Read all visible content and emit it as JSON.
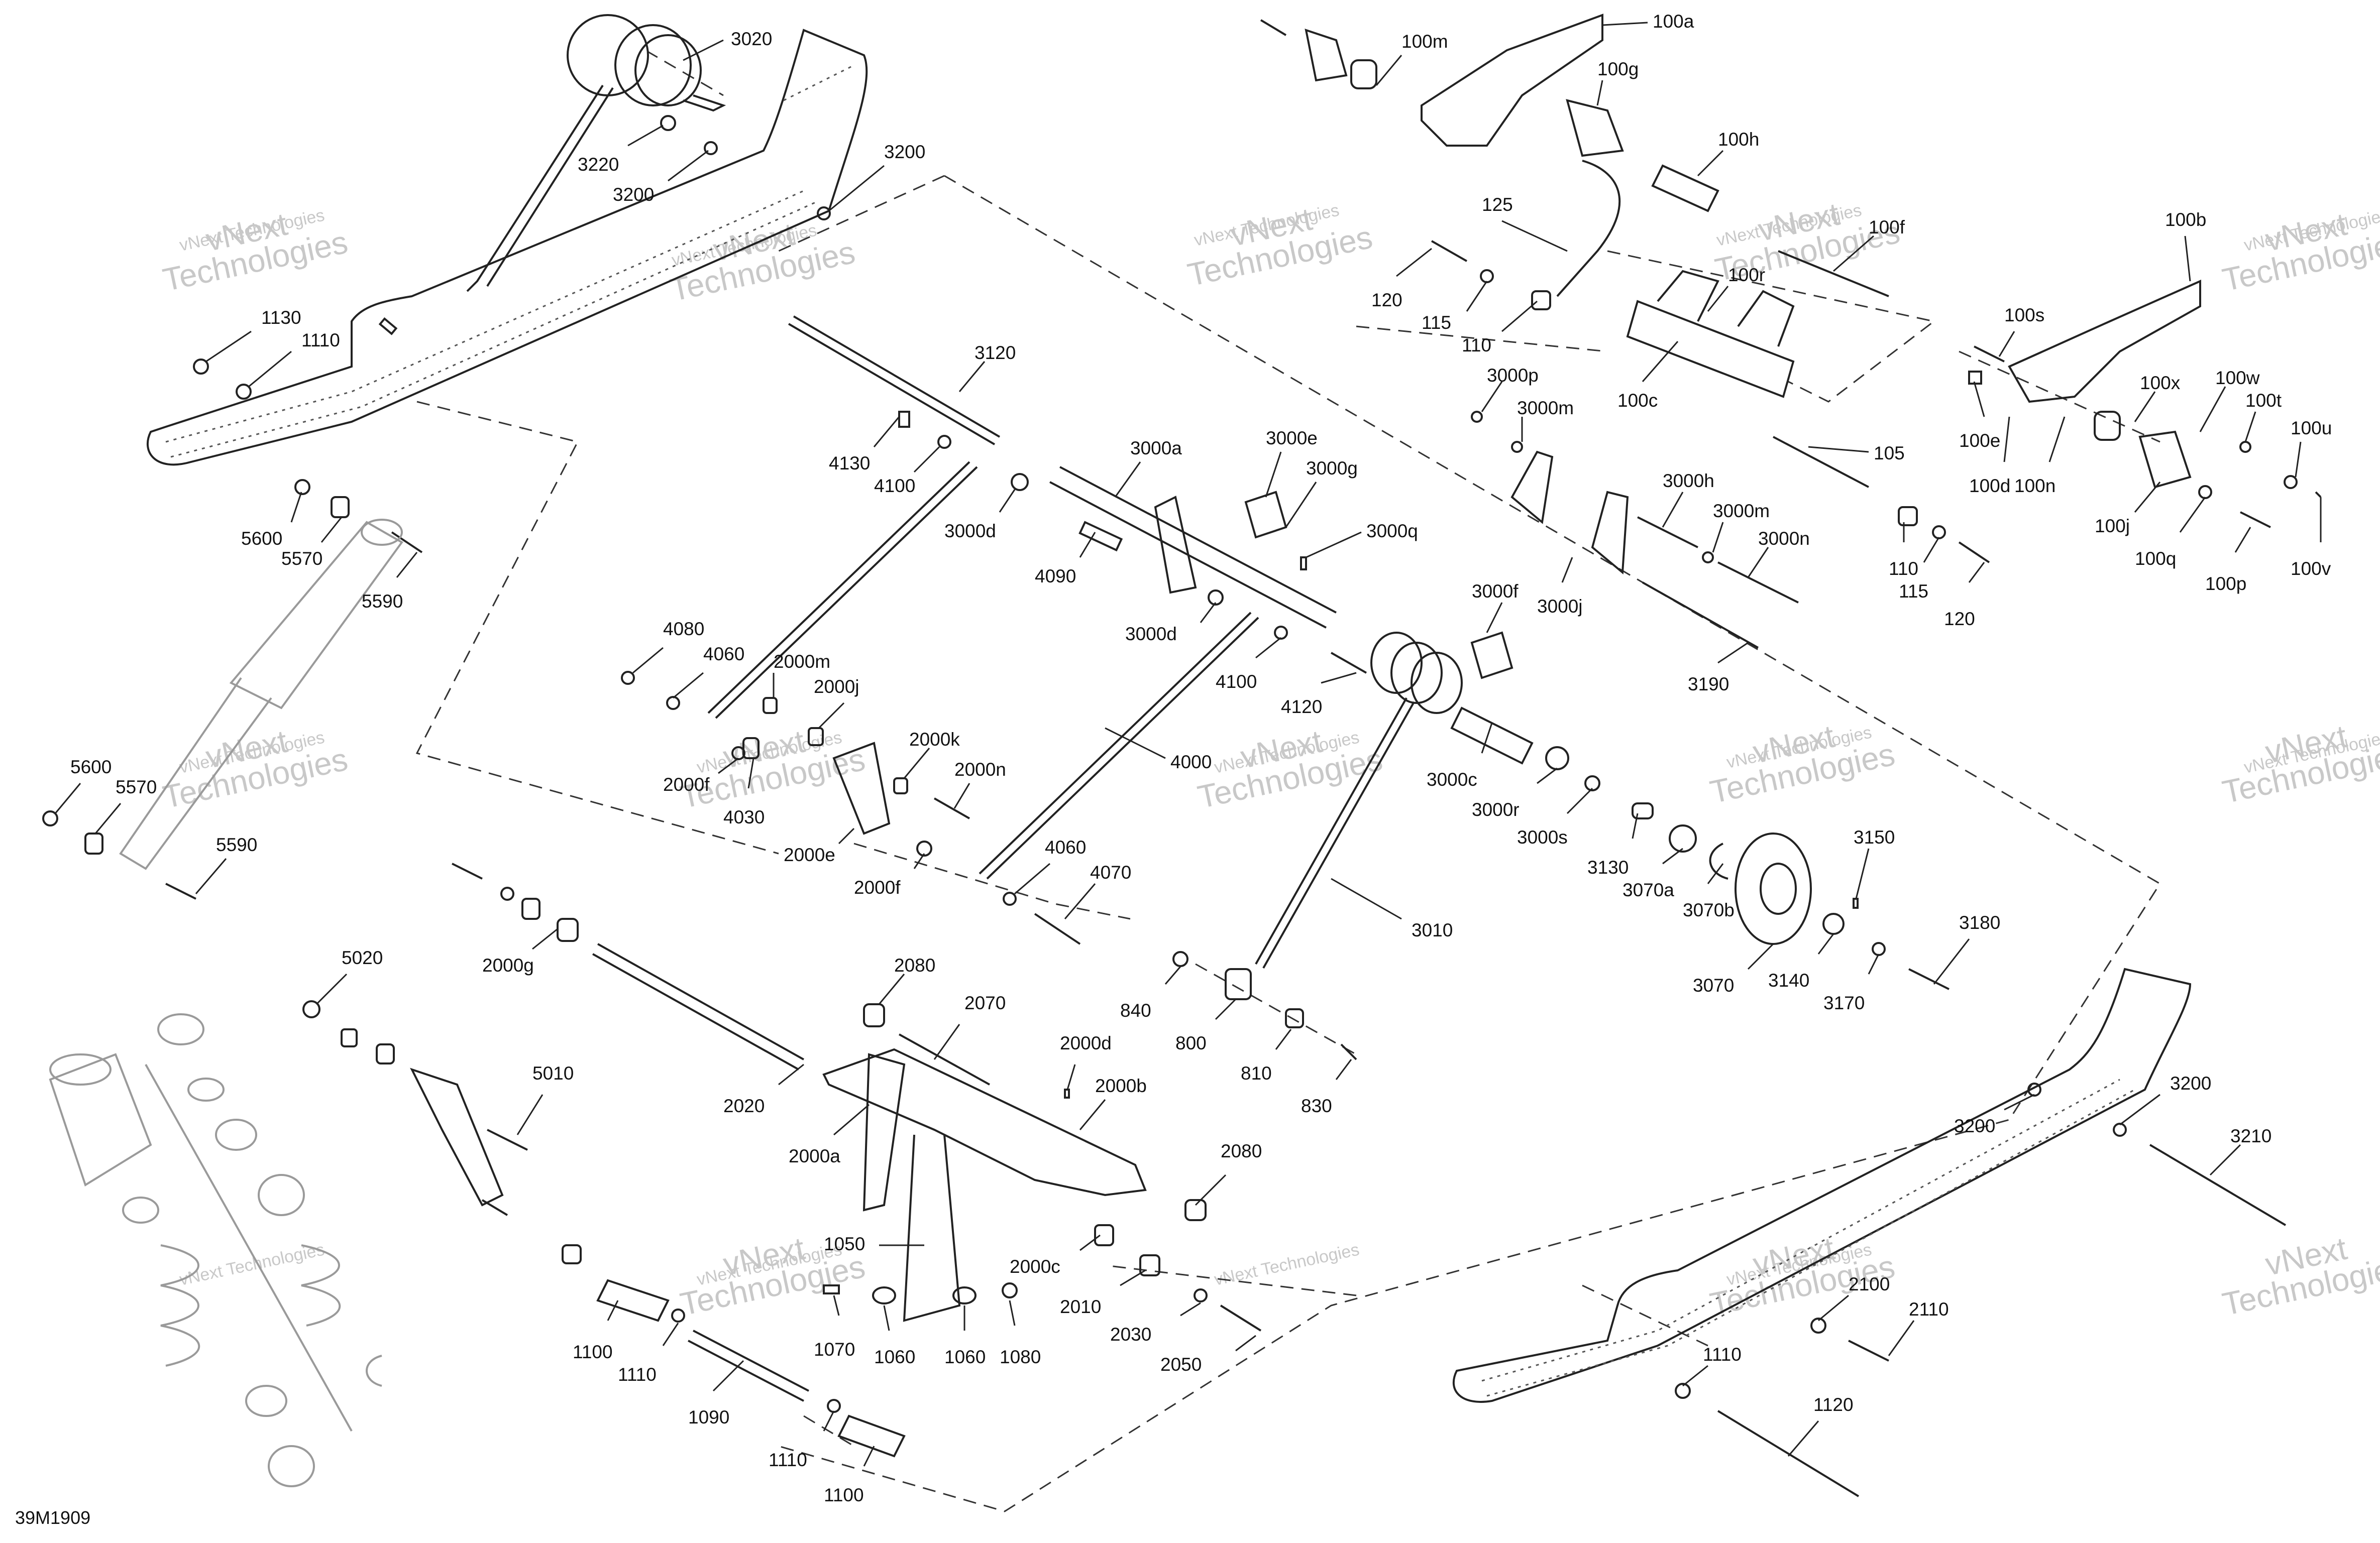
{
  "diagram_ref": "39M1909",
  "watermark": {
    "small": "vNext Technologies",
    "big": "Technologies",
    "big_prefix": "vNext",
    "color": "#c8c8c8"
  },
  "callouts": [
    {
      "id": "3020",
      "label": "3020"
    },
    {
      "id": "3220",
      "label": "3220"
    },
    {
      "id": "3200a",
      "label": "3200"
    },
    {
      "id": "3200b",
      "label": "3200"
    },
    {
      "id": "1130",
      "label": "1130"
    },
    {
      "id": "1110a",
      "label": "1110"
    },
    {
      "id": "100m",
      "label": "100m"
    },
    {
      "id": "100a",
      "label": "100a"
    },
    {
      "id": "100g",
      "label": "100g"
    },
    {
      "id": "100h",
      "label": "100h"
    },
    {
      "id": "125",
      "label": "125"
    },
    {
      "id": "100f",
      "label": "100f"
    },
    {
      "id": "100b",
      "label": "100b"
    },
    {
      "id": "120a",
      "label": "120"
    },
    {
      "id": "115a",
      "label": "115"
    },
    {
      "id": "110a",
      "label": "110"
    },
    {
      "id": "100r",
      "label": "100r"
    },
    {
      "id": "100c",
      "label": "100c"
    },
    {
      "id": "100s",
      "label": "100s"
    },
    {
      "id": "3120",
      "label": "3120"
    },
    {
      "id": "3000p",
      "label": "3000p"
    },
    {
      "id": "3000m_a",
      "label": "3000m"
    },
    {
      "id": "100x",
      "label": "100x"
    },
    {
      "id": "100w",
      "label": "100w"
    },
    {
      "id": "100t",
      "label": "100t"
    },
    {
      "id": "100e",
      "label": "100e"
    },
    {
      "id": "105",
      "label": "105"
    },
    {
      "id": "100u",
      "label": "100u"
    },
    {
      "id": "4130",
      "label": "4130"
    },
    {
      "id": "4100a",
      "label": "4100"
    },
    {
      "id": "3000a",
      "label": "3000a"
    },
    {
      "id": "3000e",
      "label": "3000e"
    },
    {
      "id": "3000g",
      "label": "3000g"
    },
    {
      "id": "100d",
      "label": "100d"
    },
    {
      "id": "100n",
      "label": "100n"
    },
    {
      "id": "5600a",
      "label": "5600"
    },
    {
      "id": "3000h",
      "label": "3000h"
    },
    {
      "id": "3000m_b",
      "label": "3000m"
    },
    {
      "id": "100j",
      "label": "100j"
    },
    {
      "id": "5570a",
      "label": "5570"
    },
    {
      "id": "3000d_a",
      "label": "3000d"
    },
    {
      "id": "3000q",
      "label": "3000q"
    },
    {
      "id": "3000n",
      "label": "3000n"
    },
    {
      "id": "100q",
      "label": "100q"
    },
    {
      "id": "100v",
      "label": "100v"
    },
    {
      "id": "4090",
      "label": "4090"
    },
    {
      "id": "110b",
      "label": "110"
    },
    {
      "id": "100p",
      "label": "100p"
    },
    {
      "id": "5590a",
      "label": "5590"
    },
    {
      "id": "3000f",
      "label": "3000f"
    },
    {
      "id": "3000j",
      "label": "3000j"
    },
    {
      "id": "115b",
      "label": "115"
    },
    {
      "id": "120b",
      "label": "120"
    },
    {
      "id": "4080",
      "label": "4080"
    },
    {
      "id": "3000d_b",
      "label": "3000d"
    },
    {
      "id": "4060a",
      "label": "4060"
    },
    {
      "id": "2000m",
      "label": "2000m"
    },
    {
      "id": "4100b",
      "label": "4100"
    },
    {
      "id": "4120",
      "label": "4120"
    },
    {
      "id": "3190",
      "label": "3190"
    },
    {
      "id": "2000j",
      "label": "2000j"
    },
    {
      "id": "2000k",
      "label": "2000k"
    },
    {
      "id": "4000",
      "label": "4000"
    },
    {
      "id": "5600b",
      "label": "5600"
    },
    {
      "id": "2000f_a",
      "label": "2000f"
    },
    {
      "id": "2000n",
      "label": "2000n"
    },
    {
      "id": "5570b",
      "label": "5570"
    },
    {
      "id": "3000c",
      "label": "3000c"
    },
    {
      "id": "4030",
      "label": "4030"
    },
    {
      "id": "3000r",
      "label": "3000r"
    },
    {
      "id": "3000s",
      "label": "3000s"
    },
    {
      "id": "2000e",
      "label": "2000e"
    },
    {
      "id": "5590b",
      "label": "5590"
    },
    {
      "id": "3150",
      "label": "3150"
    },
    {
      "id": "4060b",
      "label": "4060"
    },
    {
      "id": "3130",
      "label": "3130"
    },
    {
      "id": "2000f_b",
      "label": "2000f"
    },
    {
      "id": "4070",
      "label": "4070"
    },
    {
      "id": "3070a",
      "label": "3070a"
    },
    {
      "id": "3010",
      "label": "3010"
    },
    {
      "id": "3070b",
      "label": "3070b"
    },
    {
      "id": "3180",
      "label": "3180"
    },
    {
      "id": "5020",
      "label": "5020"
    },
    {
      "id": "2000g",
      "label": "2000g"
    },
    {
      "id": "2080a",
      "label": "2080"
    },
    {
      "id": "3070",
      "label": "3070"
    },
    {
      "id": "3140",
      "label": "3140"
    },
    {
      "id": "3170",
      "label": "3170"
    },
    {
      "id": "840",
      "label": "840"
    },
    {
      "id": "2070",
      "label": "2070"
    },
    {
      "id": "800",
      "label": "800"
    },
    {
      "id": "2000d",
      "label": "2000d"
    },
    {
      "id": "810",
      "label": "810"
    },
    {
      "id": "5010",
      "label": "5010"
    },
    {
      "id": "2000b",
      "label": "2000b"
    },
    {
      "id": "830",
      "label": "830"
    },
    {
      "id": "2020",
      "label": "2020"
    },
    {
      "id": "3200c",
      "label": "3200"
    },
    {
      "id": "3200d",
      "label": "3200"
    },
    {
      "id": "2000a",
      "label": "2000a"
    },
    {
      "id": "3210",
      "label": "3210"
    },
    {
      "id": "2080b",
      "label": "2080"
    },
    {
      "id": "1050",
      "label": "1050"
    },
    {
      "id": "2000c",
      "label": "2000c"
    },
    {
      "id": "2100",
      "label": "2100"
    },
    {
      "id": "2010",
      "label": "2010"
    },
    {
      "id": "2110",
      "label": "2110"
    },
    {
      "id": "1070",
      "label": "1070"
    },
    {
      "id": "1060a",
      "label": "1060"
    },
    {
      "id": "1060b",
      "label": "1060"
    },
    {
      "id": "1080",
      "label": "1080"
    },
    {
      "id": "2030",
      "label": "2030"
    },
    {
      "id": "1100a",
      "label": "1100"
    },
    {
      "id": "1110b",
      "label": "1110"
    },
    {
      "id": "2050",
      "label": "2050"
    },
    {
      "id": "1110c",
      "label": "1110"
    },
    {
      "id": "1090",
      "label": "1090"
    },
    {
      "id": "1120",
      "label": "1120"
    },
    {
      "id": "1110d",
      "label": "1110"
    },
    {
      "id": "1100b",
      "label": "1100"
    }
  ]
}
